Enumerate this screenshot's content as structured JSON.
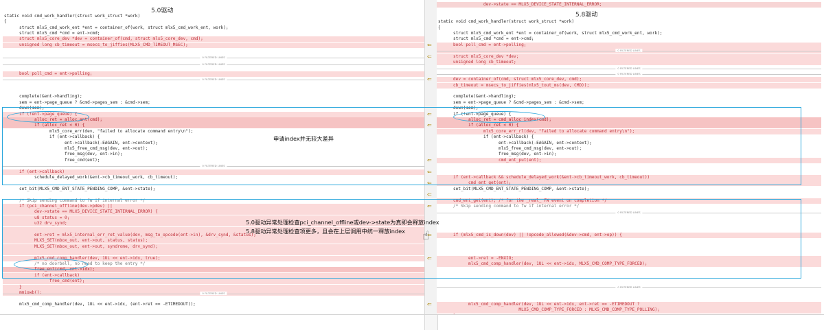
{
  "titles": {
    "left": "5.0驱动",
    "right": "5.8驱动"
  },
  "filtered_label": "0 FILTERED LINES",
  "annotations": {
    "top": "申请index并无较大差异",
    "bottom_1": "5.0驱动异常处理检查pci_channel_offline或dev->state为真即会释放index",
    "bottom_2": "5.8驱动异常处理检查项更多，且会在上层调用中统一释放index"
  },
  "colors": {
    "removed_bg": "#fbdada",
    "removed_text": "#c0303a",
    "highlight_box": "#2aa7dc",
    "gutter_marker": "#b08a10"
  },
  "left_lines": [
    "",
    "",
    "static void cmd_work_handler(struct work_struct *work)",
    "{",
    "      struct mlx5_cmd_work_ent *ent = container_of(work, struct mlx5_cmd_work_ent, work);",
    "      struct mlx5_cmd *cmd = ent->cmd;",
    "      struct mlx5_core_dev *dev = container_of(cmd, struct mlx5_core_dev, cmd);",
    "      unsigned long cb_timeout = msecs_to_jiffies(MLX5_CMD_TIMEOUT_MSEC);",
    "",
    "",
    "",
    "",
    "      bool poll_cmd = ent->polling;",
    "",
    "",
    "",
    "      complete(&ent->handling);",
    "      sem = ent->page_queue ? &cmd->pages_sem : &cmd->sem;",
    "      down(sem);",
    "      if (!ent->page_queue) {",
    "            alloc_ret = alloc_ent(cmd);",
    "            if (alloc_ret < 0) {",
    "                  mlx5_core_err(dev, \"failed to allocate command entry\\n\");",
    "                  if (ent->callback) {",
    "                        ent->callback(-EAGAIN, ent->context);",
    "                        mlx5_free_cmd_msg(dev, ent->out);",
    "                        free_msg(dev, ent->in);",
    "                        free_cmd(ent);",
    "",
    "      if (ent->callback)",
    "            schedule_delayed_work(&ent->cb_timeout_work, cb_timeout);",
    "",
    "      set_bit(MLX5_CMD_ENT_STATE_PENDING_COMP, &ent->state);",
    "",
    "      /* Skip sending command to fw if internal error */",
    "      if (pci_channel_offline(dev->pdev) ||",
    "            dev->state == MLX5_DEVICE_STATE_INTERNAL_ERROR) {",
    "            u8 status = 0;",
    "            u32 drv_synd;",
    "",
    "            ent->ret = mlx5_internal_err_ret_value(dev, msg_to_opcode(ent->in), &drv_synd, &status);",
    "            MLX5_SET(mbox_out, ent->out, status, status);",
    "            MLX5_SET(mbox_out, ent->out, syndrome, drv_synd);",
    "",
    "            mlx5_cmd_comp_handler(dev, 1UL << ent->idx, true);",
    "            /* no doorbell, no need to keep the entry */",
    "            free_ent(cmd, ent->idx);",
    "            if (ent->callback)",
    "                  free_cmd(ent);",
    "      }",
    "      mmiowb();",
    "",
    "      mlx5_cmd_comp_handler(dev, 1UL << ent->idx, (ent->ret == -ETIMEDOUT));"
  ],
  "right_lines": [
    "                  dev->state == MLX5_DEVICE_STATE_INTERNAL_ERROR;",
    "",
    "",
    "static void cmd_work_handler(struct work_struct *work)",
    "{",
    "      struct mlx5_cmd_work_ent *ent = container_of(work, struct mlx5_cmd_work_ent, work);",
    "      struct mlx5_cmd *cmd = ent->cmd;",
    "      bool poll_cmd = ent->polling;",
    "",
    "      struct mlx5_core_dev *dev;",
    "      unsigned long cb_timeout;",
    "",
    "",
    "      dev = container_of(cmd, struct mlx5_core_dev, cmd);",
    "      cb_timeout = msecs_to_jiffies(mlx5_tout_ms(dev, CMD));",
    "",
    "      complete(&ent->handling);",
    "      sem = ent->page_queue ? &cmd->pages_sem : &cmd->sem;",
    "      down(sem);",
    "      if (!ent->page_queue) {",
    "            alloc_ret = cmd_alloc_index(cmd);",
    "            if (alloc_ret < 0) {",
    "                  mlx5_core_err_rl(dev, \"failed to allocate command entry\\n\");",
    "                  if (ent->callback) {",
    "                        ent->callback(-EAGAIN, ent->context);",
    "                        mlx5_free_cmd_msg(dev, ent->out);",
    "                        free_msg(dev, ent->in);",
    "                        cmd_ent_put(ent);",
    "",
    "",
    "      if (ent->callback && schedule_delayed_work(&ent->cb_timeout_work, cb_timeout))",
    "            cmd_ent_get(ent);",
    "      set_bit(MLX5_CMD_ENT_STATE_PENDING_COMP, &ent->state);",
    "",
    "      cmd_ent_get(ent); /* for the _real_ FW event on completion */",
    "      /* Skip sending command to fw if internal error */",
    "",
    "",
    "",
    "",
    "      if (mlx5_cmd_is_down(dev) || !opcode_allowed(&dev->cmd, ent->op)) {",
    "",
    "",
    "",
    "            ent->ret = -ENXIO;",
    "            mlx5_cmd_comp_handler(dev, 1UL << ent->idx, MLX5_CMD_COMP_TYPE_FORCED);",
    "",
    "",
    "",
    "",
    "",
    "",
    "            mlx5_cmd_comp_handler(dev, 1UL << ent->idx, ent->ret == -ETIMEDOUT ?",
    "                                MLX5_CMD_COMP_TYPE_FORCED : MLX5_CMD_COMP_TYPE_POLLING);",
    "      }",
    "}"
  ]
}
